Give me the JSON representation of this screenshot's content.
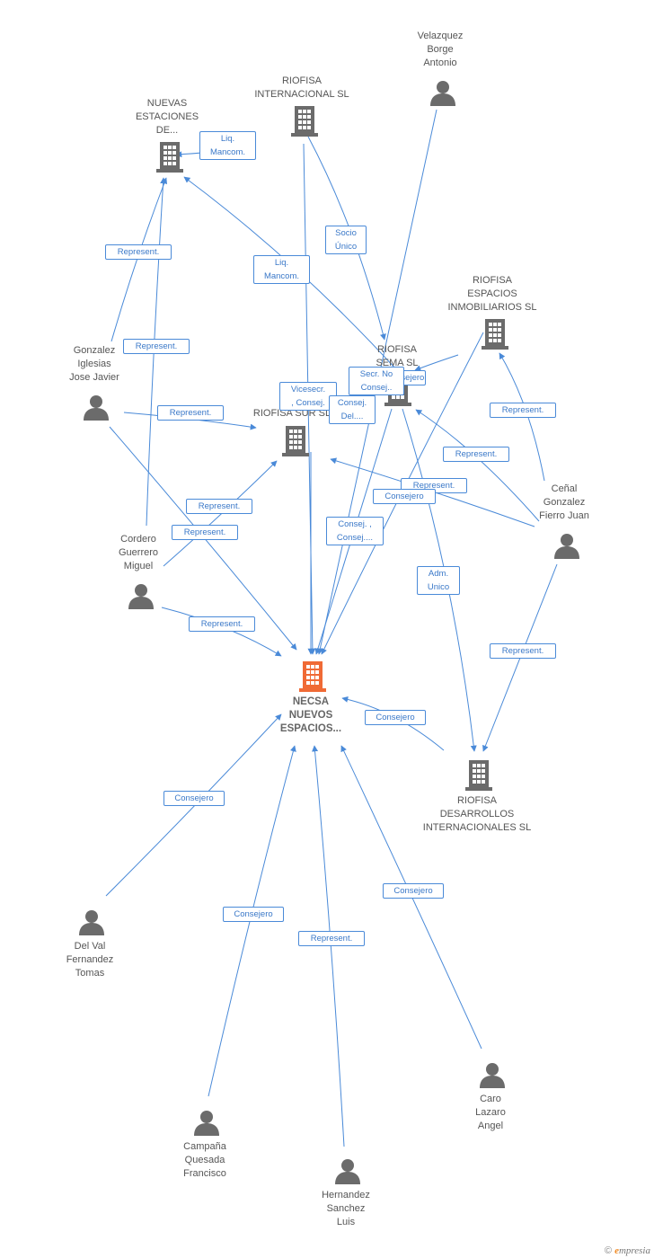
{
  "nodes": {
    "necsa": {
      "label": "NECSA\nNUEVOS\nESPACIOS...",
      "type": "company-focal"
    },
    "nuevas": {
      "label": "NUEVAS\nESTACIONES\nDE...",
      "type": "company"
    },
    "rio_int": {
      "label": "RIOFISA\nINTERNACIONAL SL",
      "type": "company"
    },
    "velazquez": {
      "label": "Velazquez\nBorge\nAntonio",
      "type": "person"
    },
    "rio_esp": {
      "label": "RIOFISA\nESPACIOS\nINMOBILIARIOS SL",
      "type": "company"
    },
    "rio_sema": {
      "label": "RIOFISA\nSEMA SL",
      "type": "company"
    },
    "rio_sur": {
      "label": "RIOFISA SUR SL",
      "type": "company"
    },
    "gonzalez": {
      "label": "Gonzalez\nIglesias\nJose Javier",
      "type": "person"
    },
    "cordero": {
      "label": "Cordero\nGuerrero\nMiguel",
      "type": "person"
    },
    "cenal": {
      "label": "Ceñal\nGonzalez\nFierro Juan",
      "type": "person"
    },
    "rio_des": {
      "label": "RIOFISA\nDESARROLLOS\nINTERNACIONALES SL",
      "type": "company"
    },
    "delval": {
      "label": "Del Val\nFernandez\nTomas",
      "type": "person"
    },
    "campana": {
      "label": "Campaña\nQuesada\nFrancisco",
      "type": "person"
    },
    "hernandez": {
      "label": "Hernandez\nSanchez\nLuis",
      "type": "person"
    },
    "caro": {
      "label": "Caro\nLazaro\nAngel",
      "type": "person"
    }
  },
  "edge_labels": {
    "liq1": "Liq.\nMancom.",
    "liq2": "Liq.\nMancom.",
    "socio": "Socio\nÚnico",
    "rep_gon_nuevas": "Represent.",
    "rep_cor_nuevas": "Represent.",
    "rep_gon_sur": "Represent.",
    "rep_cor_sur": "Represent.",
    "rep_cor_sur2": "Represent.",
    "rep_cor_necsa": "Represent.",
    "rep_cen_esp": "Represent.",
    "rep_cen_sema": "Represent.",
    "rep_cen_sur": "Represent.",
    "rep_cen_des": "Represent.",
    "vicesecr": "Vicesecr.\n, Consej.",
    "consej_del": "Consej.\nDel....",
    "consejero_sema": "Consejero",
    "secr": "Secr.  No\nConsej..",
    "consejero_sur": "Consejero",
    "consej_consej": "Consej. ,\nConsej....",
    "adm_unico": "Adm.\nUnico",
    "consejero_des": "Consejero",
    "consejero_delval": "Consejero",
    "consejero_campana": "Consejero",
    "rep_hernandez": "Represent.",
    "consejero_caro": "Consejero"
  },
  "footer": {
    "copyright": "©",
    "brand": "mpresia",
    "brand_initial": "e"
  },
  "colors": {
    "edge": "#4a8ad8",
    "company": "#6b6b6b",
    "focal": "#f06a35",
    "person": "#6b6b6b"
  }
}
